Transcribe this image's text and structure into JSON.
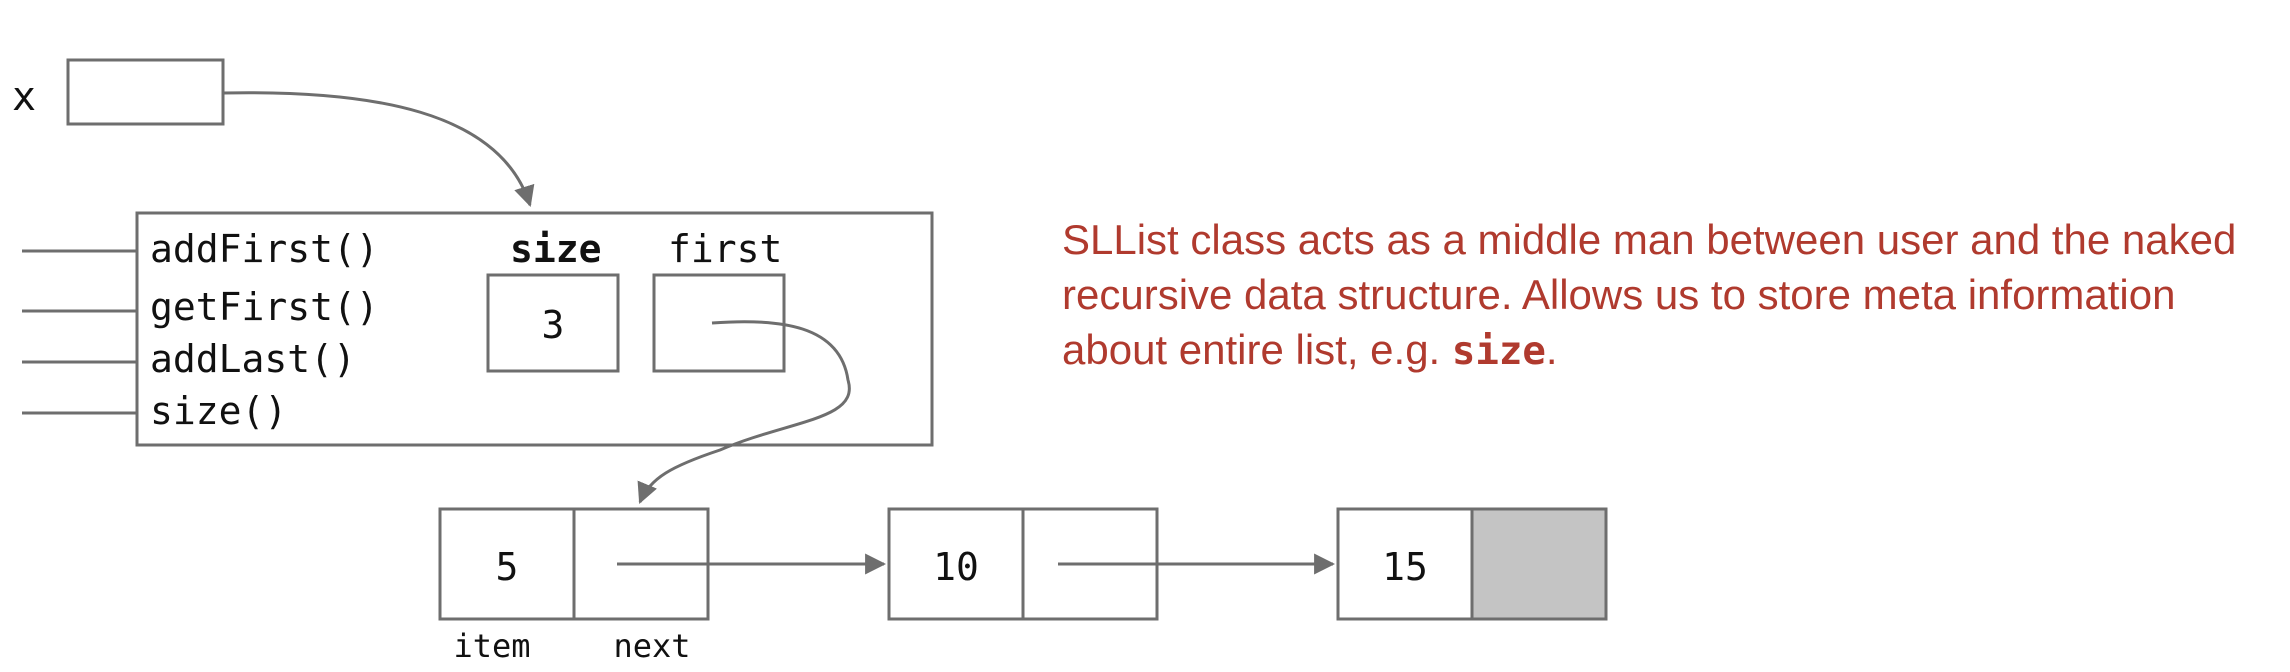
{
  "variable": {
    "name": "x"
  },
  "sllist": {
    "methods": [
      "addFirst()",
      "getFirst()",
      "addLast()",
      "size()"
    ],
    "fields": {
      "size_label": "size",
      "size_value": "3",
      "first_label": "first"
    }
  },
  "nodes": [
    {
      "item": "5"
    },
    {
      "item": "10"
    },
    {
      "item": "15"
    }
  ],
  "node_labels": {
    "item": "item",
    "next": "next"
  },
  "caption": {
    "text_before": "SLList class acts as a middle man between user and the naked recursive data structure. Allows us to store meta information about entire list, e.g. ",
    "code": "size",
    "text_after": "."
  },
  "colors": {
    "caption": "#b03a2e",
    "null_fill": "#c4c4c4",
    "stroke": "#6e6e6e"
  }
}
